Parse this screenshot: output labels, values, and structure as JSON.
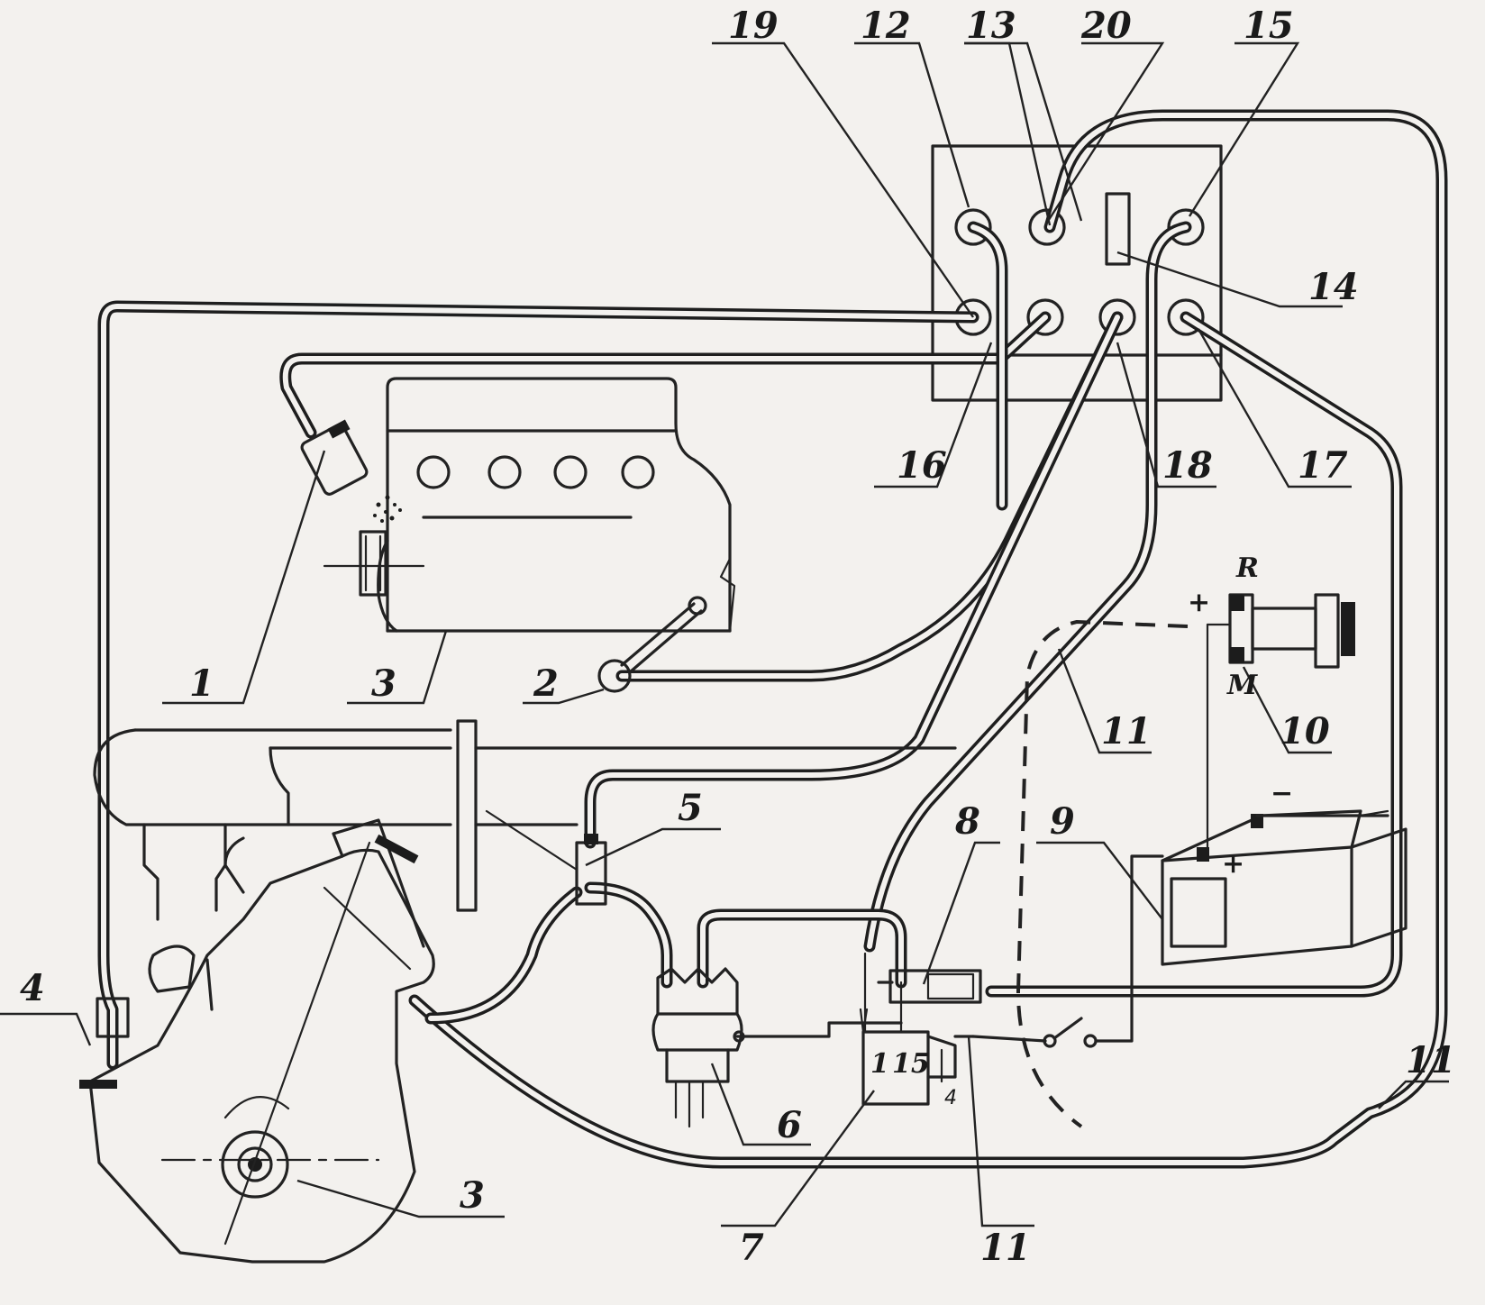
{
  "diagram": {
    "callouts": {
      "c1": "1",
      "c2": "2",
      "c3a": "3",
      "c3b": "3",
      "c4": "4",
      "c5": "5",
      "c6": "6",
      "c7": "7",
      "c8": "8",
      "c9": "9",
      "c10": "10",
      "c11a": "11",
      "c11b": "11",
      "c11c": "11",
      "c12": "12",
      "c13": "13",
      "c14": "14",
      "c15": "15",
      "c16": "16",
      "c17": "17",
      "c18": "18",
      "c19": "19",
      "c20": "20"
    },
    "terminals": {
      "coil_1": "1",
      "coil_15": "15",
      "coil_arrow": "4",
      "starter_r": "R",
      "starter_m": "M",
      "plus_starter": "+",
      "plus_battery": "+",
      "minus_battery": "−"
    }
  }
}
